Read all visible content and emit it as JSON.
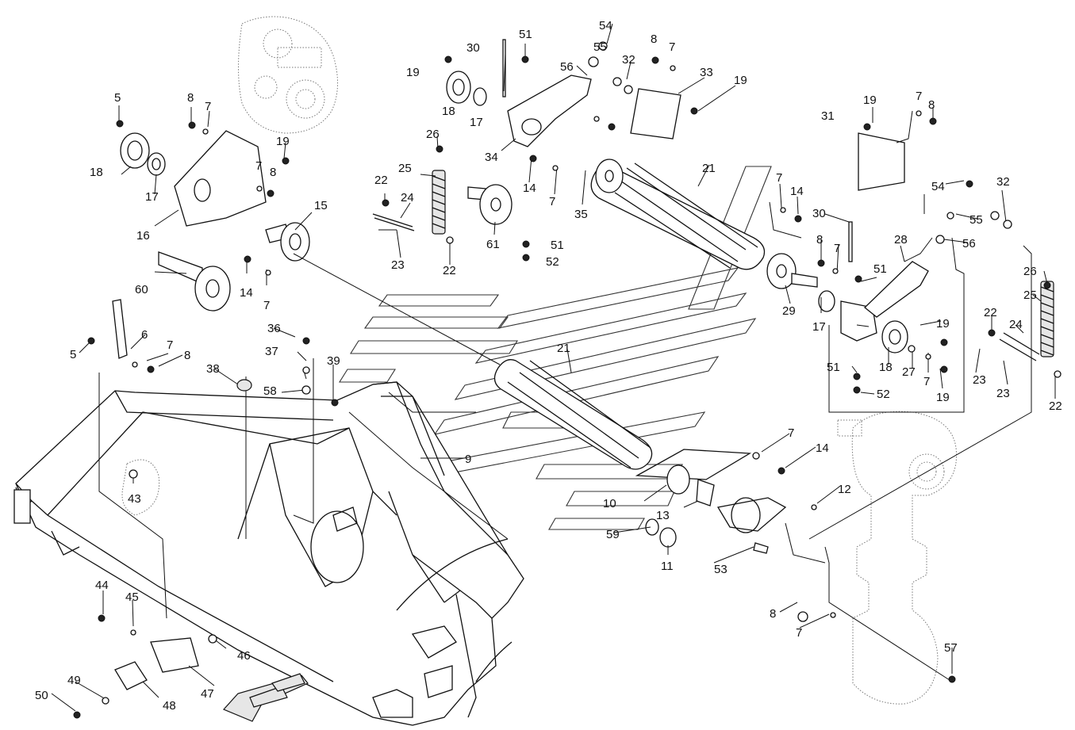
{
  "callouts": [
    "54",
    "51",
    "30",
    "55",
    "8",
    "7",
    "19",
    "56",
    "32",
    "33",
    "19",
    "5",
    "8",
    "7",
    "18",
    "17",
    "19",
    "7",
    "8",
    "17",
    "18",
    "16",
    "26",
    "34",
    "31",
    "19",
    "7",
    "8",
    "21",
    "15",
    "25",
    "22",
    "24",
    "23",
    "61",
    "22",
    "14",
    "7",
    "35",
    "7",
    "14",
    "54",
    "32",
    "60",
    "14",
    "7",
    "30",
    "51",
    "52",
    "55",
    "8",
    "7",
    "56",
    "29",
    "28",
    "51",
    "26",
    "25",
    "17",
    "19",
    "22",
    "24",
    "18",
    "27",
    "7",
    "19",
    "23",
    "23",
    "51",
    "52",
    "22",
    "5",
    "6",
    "7",
    "8",
    "36",
    "37",
    "38",
    "58",
    "39",
    "21",
    "9",
    "7",
    "14",
    "12",
    "43",
    "10",
    "13",
    "59",
    "11",
    "53",
    "44",
    "45",
    "46",
    "47",
    "48",
    "49",
    "50",
    "8",
    "7",
    "57"
  ],
  "palette": {
    "line": "#111111",
    "fill": "#ffffff",
    "shade": "#e6e6e6",
    "watermark": "#333333"
  }
}
